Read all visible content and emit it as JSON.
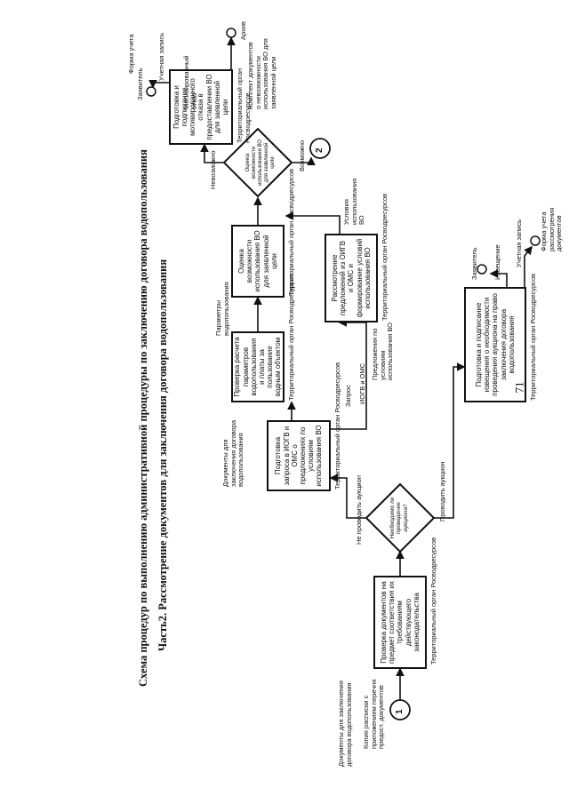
{
  "title_main": "Схема процедур по выполнению административной процедуры по заключению договора водопользования",
  "title_part": "Часть2. Рассмотрение документов для заключения договора водопользования",
  "page_number": "71",
  "connectors": {
    "start": "1",
    "end": "2"
  },
  "inputs": {
    "docs": "Документы для заключения договора водопользования",
    "copy": "Копия расписки с приложением перечня предост. документов",
    "zayavitel_top": "Заявитель",
    "forma_ucheta_top": "Форма учета",
    "uchet_zapis_top": "Учетная запись",
    "zayavitel_mid": "Заявитель",
    "uchet_zapis_mid": "Учетная запись",
    "forma_ucheta_mid": "Форма учета рассмотрения документов",
    "archive": "Архив"
  },
  "boxes": {
    "check": {
      "text": "Проверка документов на предмет соответствия их требованиям действующего законодательства",
      "org": "Территориальный орган Росводресурсов"
    },
    "request": {
      "text": "Подготовка запроса в ИОГВ и ОМС о предложениях по условиям использования ВО",
      "org": "Территориальный орган Росводресурсов"
    },
    "calc": {
      "text": "Проверка расчета параметров водопользования и платы за пользование водным объектом",
      "org": "Территориальный орган Росводресурсов"
    },
    "assess": {
      "text": "Оценка возможности использования ВО для заявленной цели",
      "org": "Территориальный орган Росводресурсов"
    },
    "review": {
      "text": "Рассмотрение предложений из ОИГВ и ОМС и формирование условий использования ВО",
      "org": "Территориальный орган Росводресурсов"
    },
    "refusal": {
      "text": "Подготовка и подписание мотивированного отказа в предоставлении ВО для заявленной цели",
      "org": "Территориальный орган Росводресурсов"
    },
    "auction": {
      "text": "Подготовка и подписание извещения о необходимости проведения аукциона на право заключения договора водопользования",
      "org": "Территориальный орган Росводресурсов"
    }
  },
  "decisions": {
    "auction_q": "Необходимо ли проведение аукциона?",
    "possible_q": "Оценка возможности использования ВО для заявленной цели"
  },
  "labels": {
    "no_auction": "Не проводить аукцион",
    "do_auction": "Проводить аукцион",
    "docs_for_contract": "Документы для заключения договора водопользования",
    "params": "Параметры водопользования",
    "request_lbl": "Запрос",
    "iogv": "ИОГВ и ОМС",
    "proposals": "Предложения по условиям использования ВО",
    "conditions": "Условия использования ВО",
    "impossible": "Невозможно",
    "possible": "Возможно",
    "motivated": "Мотивированный отказ",
    "complect": "Комплект документов о невозможности использования ВО для заявленной цели",
    "notice": "Извещение"
  }
}
